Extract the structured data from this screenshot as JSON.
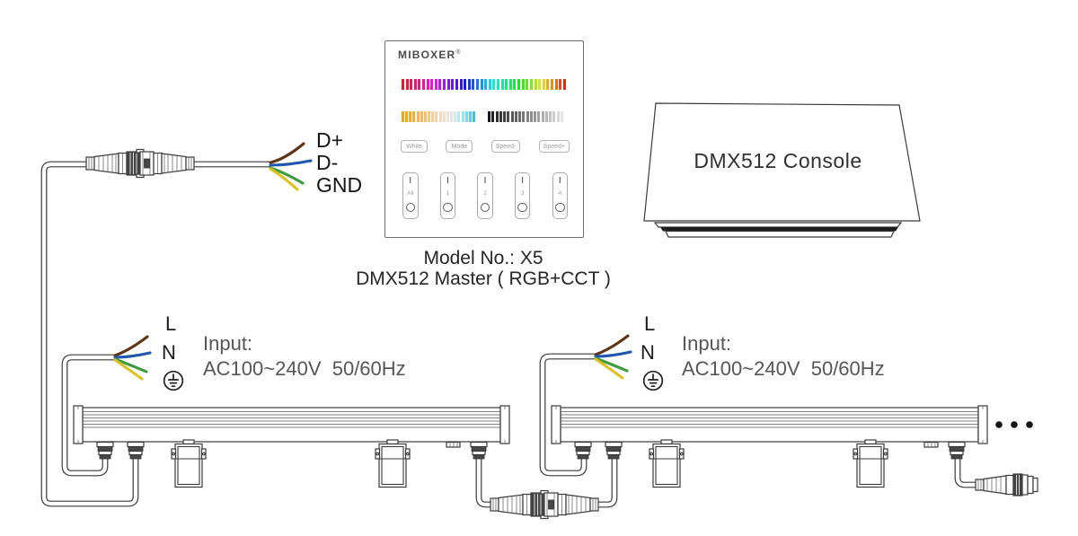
{
  "panel": {
    "brand": "MIBOXER",
    "brand_reg": "®",
    "function_buttons": [
      "White",
      "Mode",
      "Speed-",
      "Speed+"
    ],
    "zone_on_symbol": "I",
    "zone_buttons": [
      "All",
      "1",
      "2",
      "3",
      "4"
    ],
    "rainbow_hues": [
      357,
      350,
      343,
      336,
      328,
      320,
      312,
      304,
      296,
      288,
      280,
      272,
      264,
      256,
      248,
      240,
      231,
      222,
      213,
      204,
      195,
      186,
      177,
      168,
      159,
      150,
      140,
      130,
      120,
      110,
      100,
      90,
      78,
      66,
      54,
      44,
      34,
      24,
      14,
      4
    ],
    "cct_colors": [
      "#f1a31c",
      "#f2a81f",
      "#f3ad26",
      "#f3b133",
      "#f4b646",
      "#f5bb59",
      "#f6c06d",
      "#f7c682",
      "#f8cc97",
      "#f8d2aa",
      "#f7d8bd",
      "#f5dece",
      "#f0e2da",
      "#e4e6e2",
      "#d2eae9",
      "#b9e9ee",
      "#9ae3f0",
      "#79d9ee",
      "#59cde6",
      "#3fc0dc"
    ],
    "brightness_colors": [
      "#161616",
      "#212121",
      "#2c2c2c",
      "#373737",
      "#414141",
      "#4c4c4c",
      "#575757",
      "#626262",
      "#6c6c6c",
      "#777777",
      "#828282",
      "#8d8d8d",
      "#979797",
      "#a2a2a2",
      "#adadad",
      "#b8b8b8",
      "#c2c2c2",
      "#cdcdcd",
      "#d8d8d8",
      "#e4e4e4"
    ]
  },
  "caption": {
    "line1": "Model No.: X5",
    "line2": "DMX512 Master ( RGB+CCT )"
  },
  "console": {
    "title": "DMX512 Console"
  },
  "dmx_wires": {
    "dplus": "D+",
    "dminus": "D-",
    "gnd": "GND"
  },
  "power_input_left": {
    "live": "L",
    "neutral": "N",
    "label": "Input:",
    "value": "AC100~240V  50/60Hz"
  },
  "power_input_right": {
    "live": "L",
    "neutral": "N",
    "label": "Input:",
    "value": "AC100~240V  50/60Hz"
  },
  "continuation_dots": 3,
  "colors": {
    "wire_brown": "#5f3517",
    "wire_blue": "#1e56b0",
    "wire_green": "#3f9b3f",
    "wire_yellow": "#ddc11f",
    "line": "#3a3a3a"
  }
}
